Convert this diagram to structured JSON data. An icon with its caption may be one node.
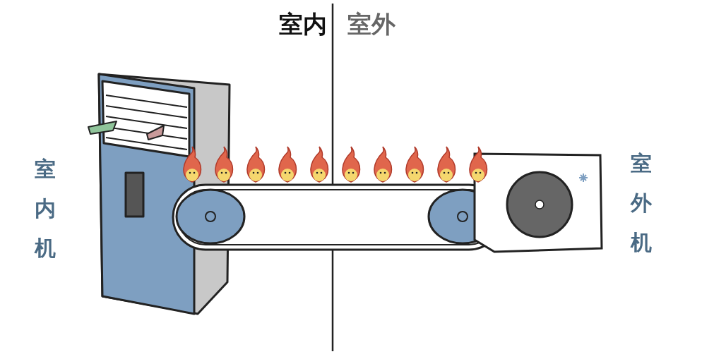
{
  "diagram": {
    "labels": [
      "室内",
      "室外",
      "室内机",
      "室外机"
    ]
  }
}
